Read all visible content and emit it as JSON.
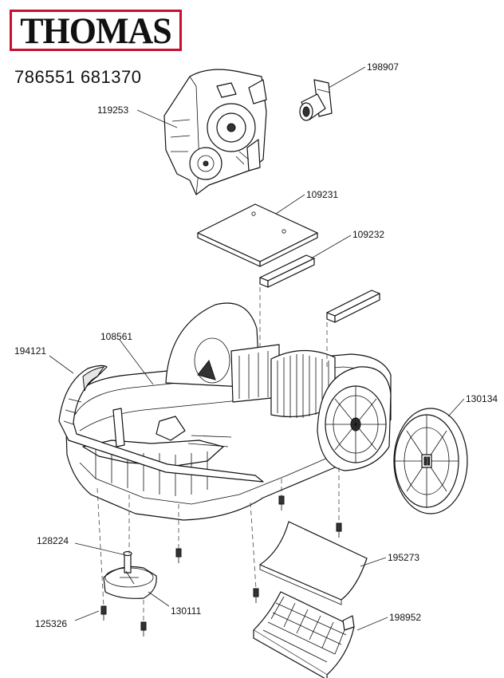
{
  "brand": {
    "name": "THOMAS",
    "accent_color": "#c8102e"
  },
  "model_numbers": "786551 681370",
  "parts": [
    {
      "id": "p119253",
      "number": "119253"
    },
    {
      "id": "p198907",
      "number": "198907"
    },
    {
      "id": "p109231",
      "number": "109231"
    },
    {
      "id": "p109232",
      "number": "109232"
    },
    {
      "id": "p194121",
      "number": "194121"
    },
    {
      "id": "p108561",
      "number": "108561"
    },
    {
      "id": "p130134",
      "number": "130134"
    },
    {
      "id": "p128224",
      "number": "128224"
    },
    {
      "id": "p195273",
      "number": "195273"
    },
    {
      "id": "p130111",
      "number": "130111"
    },
    {
      "id": "p125326",
      "number": "125326"
    },
    {
      "id": "p198952",
      "number": "198952"
    }
  ]
}
